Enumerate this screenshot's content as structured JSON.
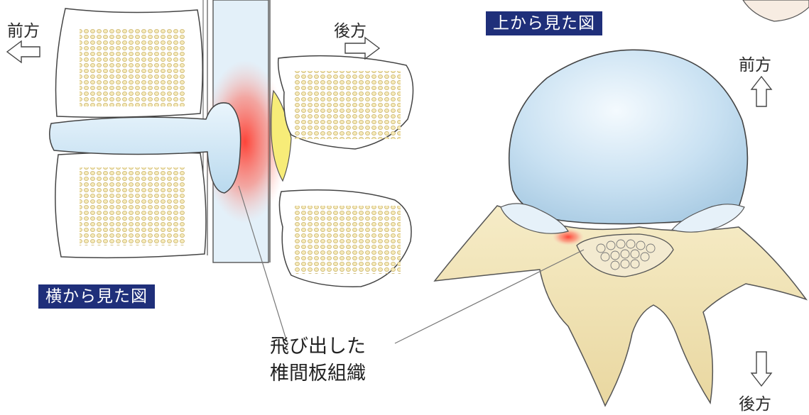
{
  "side_view": {
    "title": "横から見た図",
    "front_label": "前方",
    "back_label": "後方"
  },
  "top_view": {
    "title": "上から見た図",
    "front_label": "前方",
    "back_label": "後方"
  },
  "callout": {
    "line1": "飛び出した",
    "line2": "椎間板組織"
  },
  "colors": {
    "title_bg": "#1f2f7a",
    "disc": "#cfe6f5",
    "bone": "#f1e4b6",
    "herniation": "#ff5a4a",
    "ligament": "#f6e96a"
  }
}
